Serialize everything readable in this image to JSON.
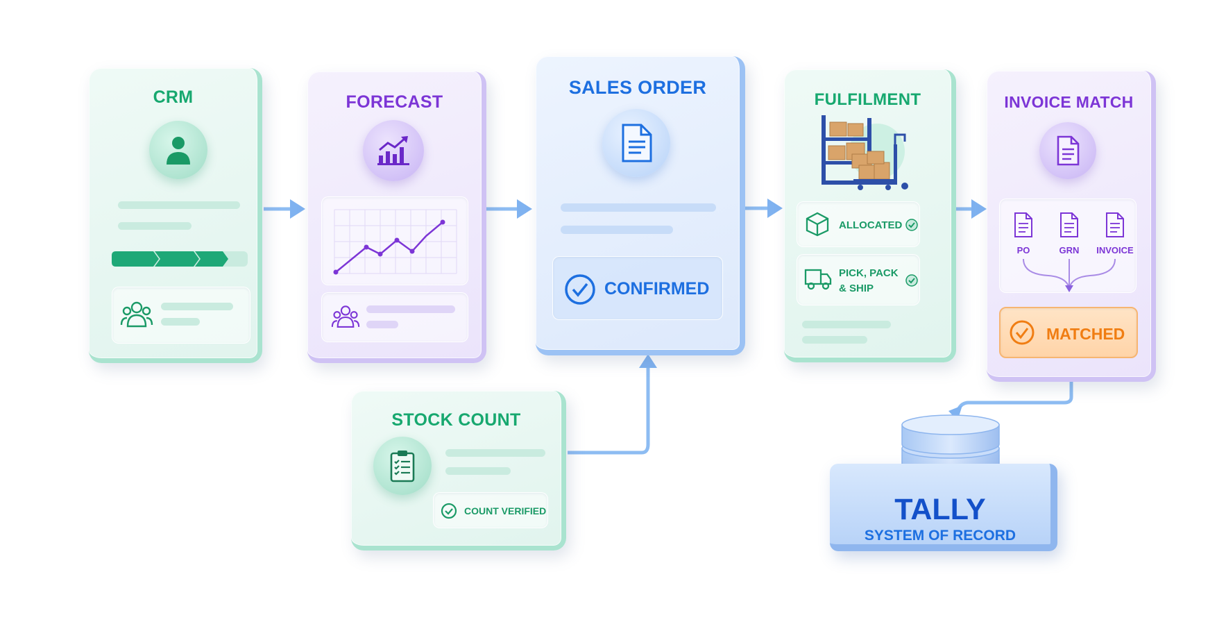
{
  "crm": {
    "title": "CRM"
  },
  "forecast": {
    "title": "FORECAST"
  },
  "sales_order": {
    "title": "SALES ORDER",
    "status": "CONFIRMED"
  },
  "fulfilment": {
    "title": "FULFILMENT",
    "step1": "ALLOCATED",
    "step2_line1": "PICK, PACK",
    "step2_line2": "& SHIP"
  },
  "invoice_match": {
    "title": "INVOICE MATCH",
    "docs": [
      "PO",
      "GRN",
      "INVOICE"
    ],
    "status": "MATCHED"
  },
  "stock_count": {
    "title": "STOCK COUNT",
    "status": "COUNT VERIFIED"
  },
  "tally": {
    "title": "TALLY",
    "subtitle": "SYSTEM OF RECORD"
  },
  "colors": {
    "green": "#17a86f",
    "purple": "#7c35d6",
    "blue": "#1d6fe0",
    "orange": "#f07d12"
  }
}
